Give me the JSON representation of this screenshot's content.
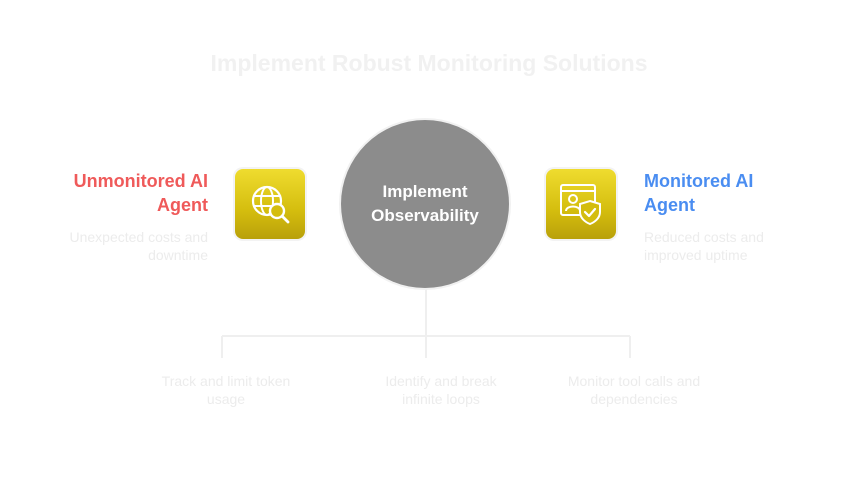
{
  "title": "Implement Robust Monitoring Solutions",
  "center": {
    "line1": "Implement",
    "line2": "Observability"
  },
  "left": {
    "title_line1": "Unmonitored AI",
    "title_line2": "Agent",
    "desc_line1": "Unexpected costs and",
    "desc_line2": "downtime",
    "icon": "globe-search-icon"
  },
  "right": {
    "title_line1": "Monitored AI",
    "title_line2": "Agent",
    "desc_line1": "Reduced costs and",
    "desc_line2": "improved uptime",
    "icon": "profile-shield-icon"
  },
  "actions": [
    {
      "line1": "Track and limit token",
      "line2": "usage"
    },
    {
      "line1": "Identify and break",
      "line2": "infinite loops"
    },
    {
      "line1": "Monitor tool calls and",
      "line2": "dependencies"
    }
  ],
  "colors": {
    "left_accent": "#ef5a5a",
    "right_accent": "#4a8df1",
    "hub": "#8c8c8c",
    "icon_box": "#d4bd0e"
  }
}
